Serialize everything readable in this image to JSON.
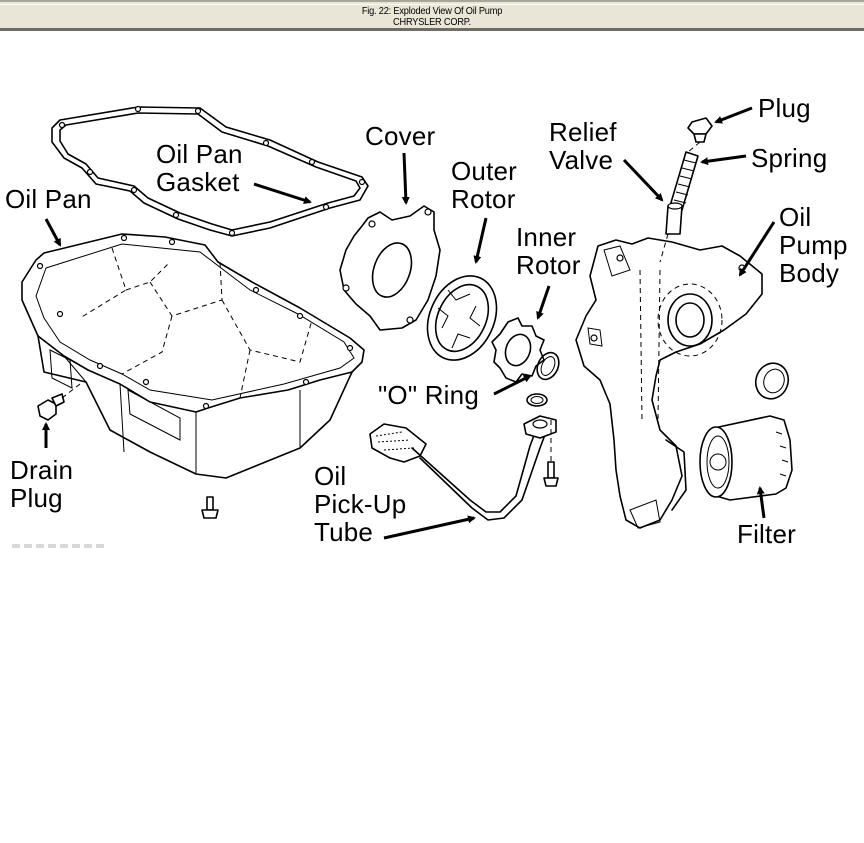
{
  "header": {
    "title": "Fig. 22: Exploded View Of Oil Pump",
    "subtitle": "CHRYSLER CORP."
  },
  "diagram": {
    "labels": {
      "oil_pan_gasket": "Oil Pan\nGasket",
      "oil_pan": "Oil Pan",
      "cover": "Cover",
      "outer_rotor": "Outer\nRotor",
      "inner_rotor": "Inner\nRotor",
      "relief_valve": "Relief\nValve",
      "plug": "Plug",
      "spring": "Spring",
      "oil_pump_body": "Oil\nPump\nBody",
      "o_ring": "\"O\" Ring",
      "drain_plug": "Drain\nPlug",
      "oil_pick_up_tube": "Oil\nPick-Up\nTube",
      "filter": "Filter"
    },
    "components": [
      "oil-pan-gasket",
      "oil-pan",
      "drain-plug",
      "pan-bolt",
      "cover",
      "outer-rotor",
      "inner-rotor",
      "o-ring",
      "oil-pick-up-tube",
      "pick-up-bolt",
      "relief-valve",
      "spring",
      "plug",
      "oil-pump-body",
      "seal",
      "filter"
    ]
  }
}
